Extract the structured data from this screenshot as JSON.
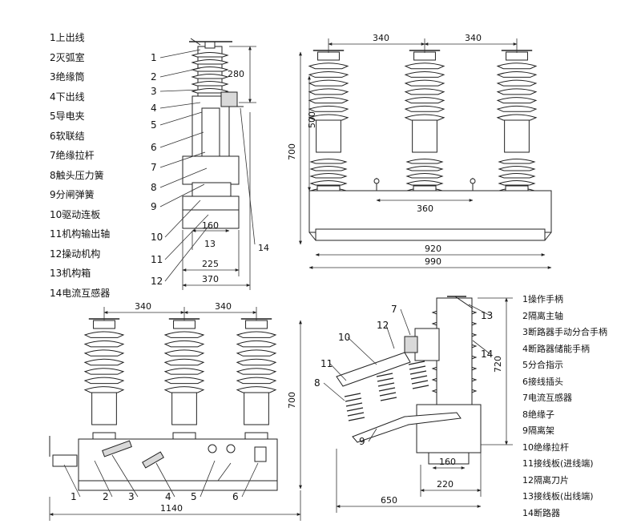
{
  "legend_top_left": [
    "1上出线",
    "2灭弧室",
    "3绝缘筒",
    "4下出线",
    "5导电夹",
    "6软联结",
    "7绝缘拉杆",
    "8触头压力簧",
    "9分闸弹簧",
    "10驱动连板",
    "11机构输出轴",
    "12操动机构",
    "13机构箱",
    "14电流互感器"
  ],
  "legend_bottom_right": [
    "1操作手柄",
    "2隔离主轴",
    "3断路器手动分合手柄",
    "4断路器储能手柄",
    "5分合指示",
    "6接线插头",
    "7电流互感器",
    "8绝缘子",
    "9隔离架",
    "10绝缘拉杆",
    "11接线板(进线端)",
    "12隔离刀片",
    "13接线板(出线端)",
    "14断路器"
  ],
  "side_view": {
    "callouts": [
      "1",
      "2",
      "3",
      "4",
      "5",
      "6",
      "7",
      "8",
      "9",
      "10",
      "11",
      "12",
      "13",
      "14"
    ],
    "dims": {
      "top_height": "280",
      "w1": "160",
      "w2": "225",
      "w3": "370"
    }
  },
  "front_view_top": {
    "dims": {
      "pitch_a": "340",
      "pitch_b": "340",
      "h_insulator": "500",
      "h_total": "700",
      "mount": "360",
      "w_inner": "920",
      "w_outer": "990"
    }
  },
  "front_view_bottom": {
    "callouts": [
      "1",
      "2",
      "3",
      "4",
      "5",
      "6"
    ],
    "dims": {
      "pitch_a": "340",
      "pitch_b": "340",
      "height": "700",
      "width": "1140"
    }
  },
  "side_view_bottom": {
    "callouts": [
      "7",
      "12",
      "10",
      "11",
      "8",
      "9",
      "13",
      "14"
    ],
    "dims": {
      "height": "720",
      "w1": "160",
      "w2": "220",
      "w3": "650"
    }
  }
}
